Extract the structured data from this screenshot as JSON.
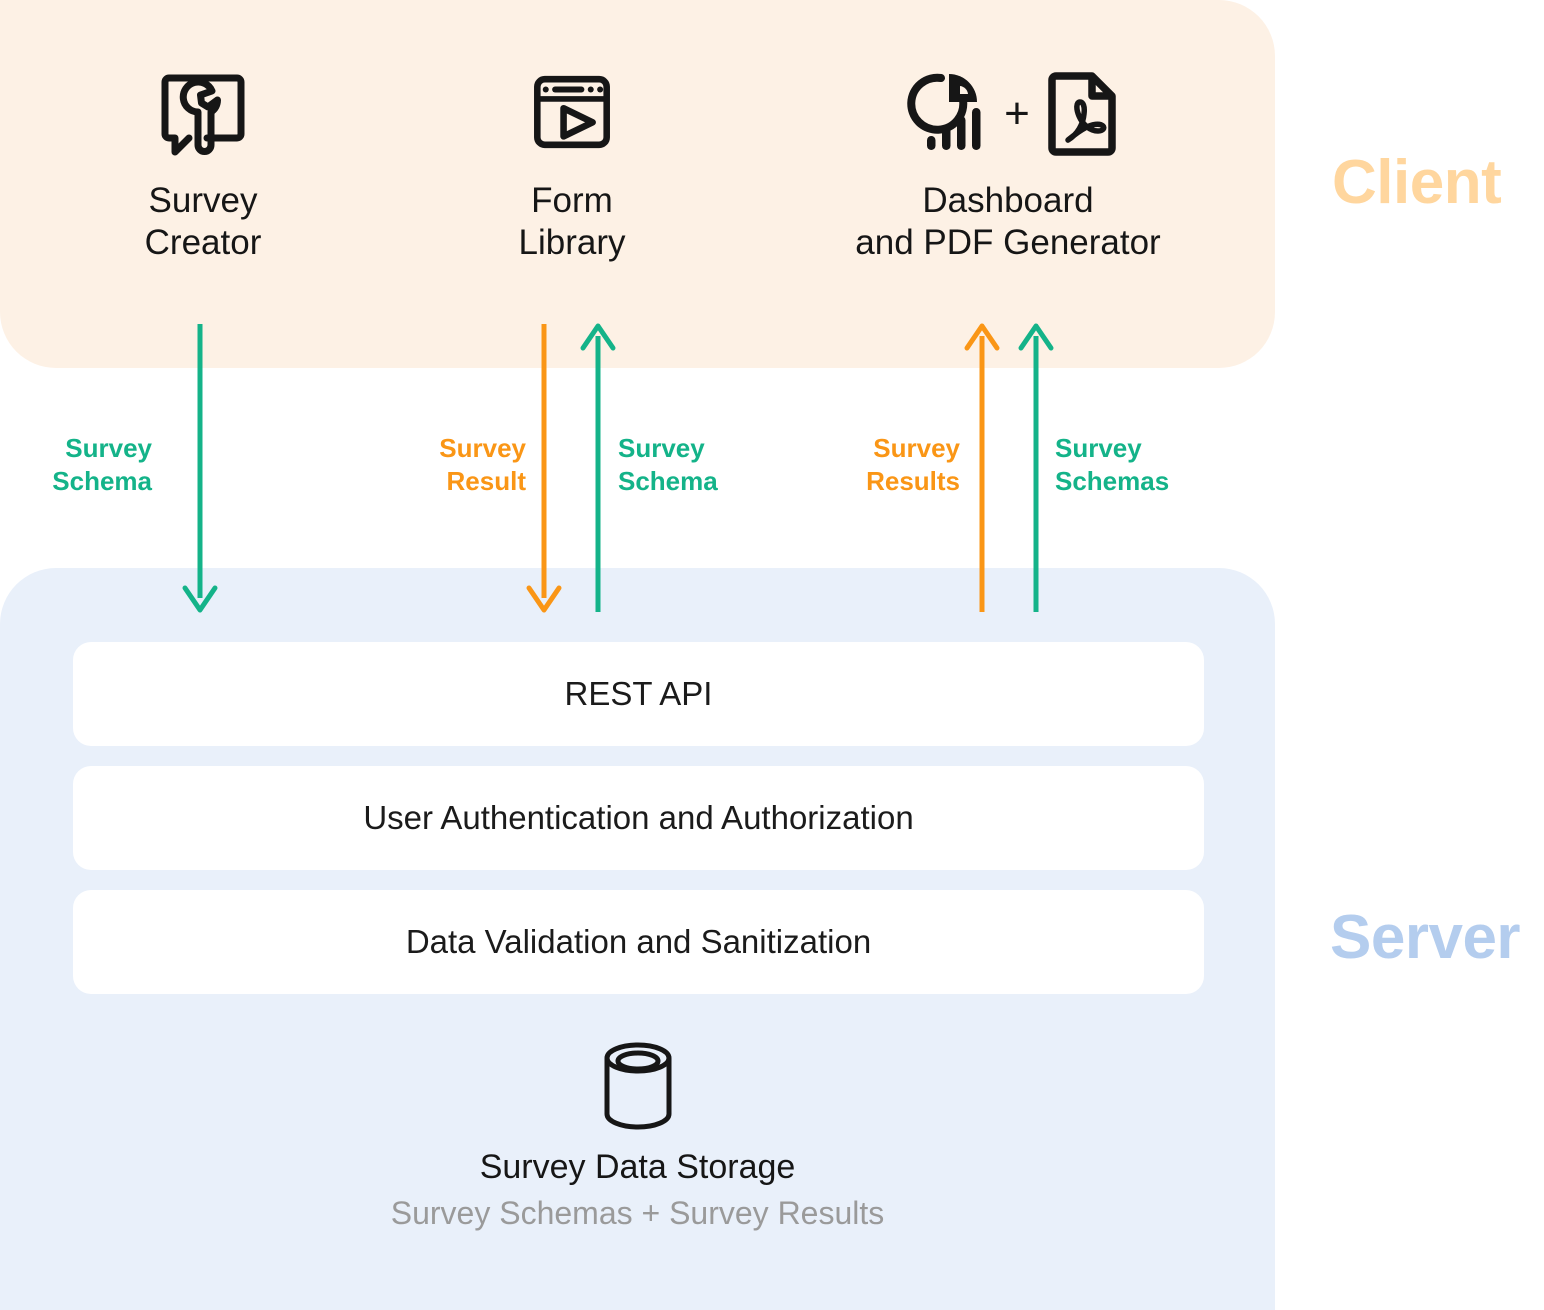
{
  "colors": {
    "client_panel_bg": "#fdf1e5",
    "server_panel_bg": "#e9f0fa",
    "client_label": "#ffd69e",
    "server_label": "#b4cdee",
    "flow_green": "#14b389",
    "flow_orange": "#fa9616",
    "card_bg": "#ffffff",
    "text_dark": "#161616",
    "text_muted": "#9a9a9a"
  },
  "client": {
    "label": "Client",
    "nodes": [
      {
        "id": "survey-creator",
        "icon": "survey-creator-icon",
        "caption_line1": "Survey",
        "caption_line2": "Creator"
      },
      {
        "id": "form-library",
        "icon": "form-library-icon",
        "caption_line1": "Form",
        "caption_line2": "Library"
      },
      {
        "id": "dashboard-pdf-generator",
        "icon_chart": "dashboard-chart-icon",
        "icon_plus": "+",
        "icon_pdf": "pdf-file-icon",
        "caption_line1": "Dashboard",
        "caption_line2": "and PDF Generator"
      }
    ]
  },
  "flows": [
    {
      "id": "flow-survey-schema-down",
      "direction": "down",
      "color": "#14b389",
      "label_line1": "Survey",
      "label_line2": "Schema",
      "label_align": "right"
    },
    {
      "id": "flow-survey-result-down",
      "direction": "down",
      "color": "#fa9616",
      "label_line1": "Survey",
      "label_line2": "Result",
      "label_align": "right"
    },
    {
      "id": "flow-survey-schema-up",
      "direction": "up",
      "color": "#14b389",
      "label_line1": "Survey",
      "label_line2": "Schema",
      "label_align": "left"
    },
    {
      "id": "flow-survey-results-up",
      "direction": "up",
      "color": "#fa9616",
      "label_line1": "Survey",
      "label_line2": "Results",
      "label_align": "right"
    },
    {
      "id": "flow-survey-schemas-up",
      "direction": "up",
      "color": "#14b389",
      "label_line1": "Survey",
      "label_line2": "Schemas",
      "label_align": "left"
    }
  ],
  "server": {
    "label": "Server",
    "cards": [
      {
        "id": "rest-api",
        "text": "REST API"
      },
      {
        "id": "auth",
        "text": "User Authentication and Authorization"
      },
      {
        "id": "validation",
        "text": "Data Validation and Sanitization"
      }
    ],
    "storage": {
      "icon": "database-cylinder-icon",
      "title": "Survey Data Storage",
      "subtitle": "Survey Schemas + Survey Results"
    }
  }
}
